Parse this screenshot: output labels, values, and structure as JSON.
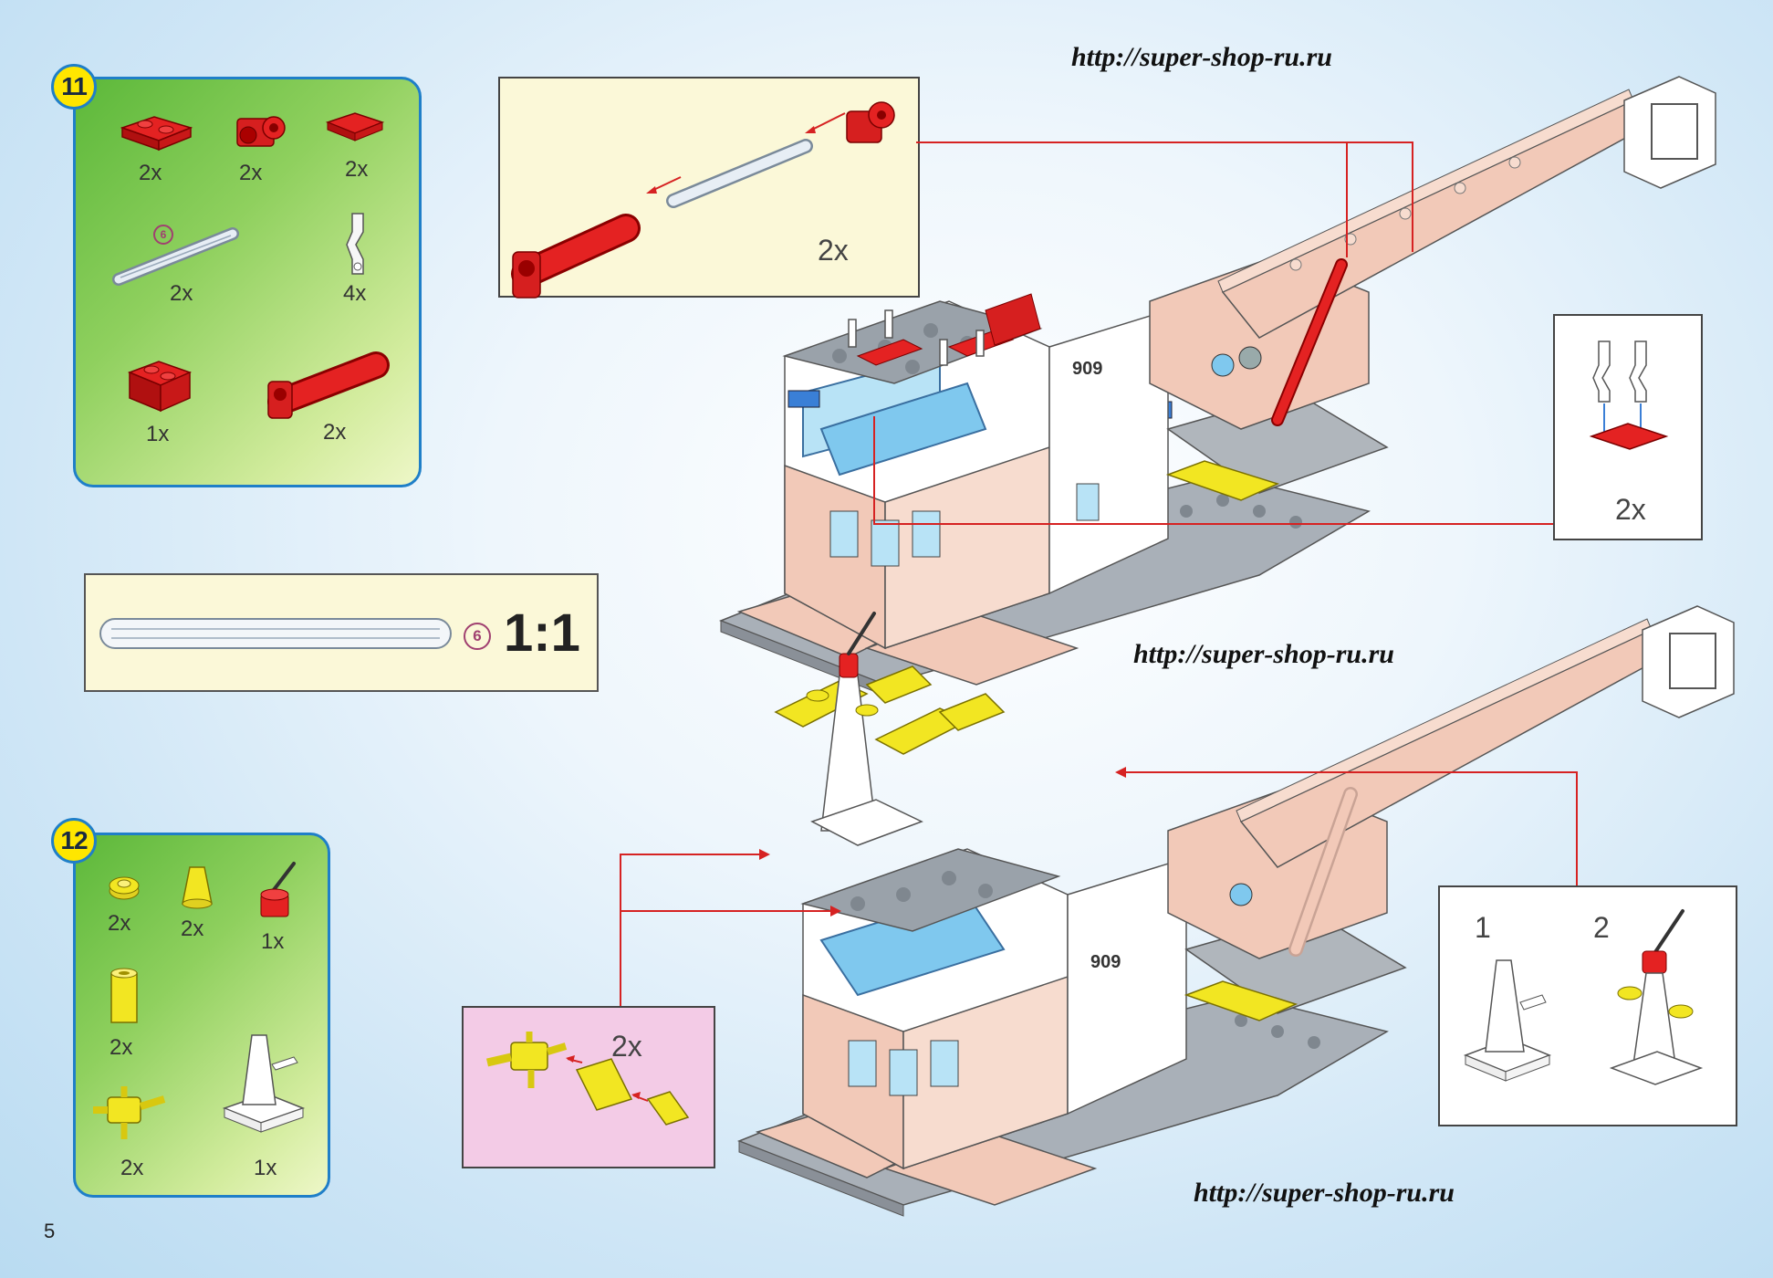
{
  "page_number": "5",
  "urls": [
    "http://super-shop-ru.ru",
    "http://super-shop-ru.ru",
    "http://super-shop-ru.ru"
  ],
  "step11": {
    "number": "11",
    "parts": [
      {
        "qty": "2x",
        "icon": "red-plate-with-clips-icon"
      },
      {
        "qty": "2x",
        "icon": "red-connector-icon"
      },
      {
        "qty": "2x",
        "icon": "red-tile-icon"
      },
      {
        "qty": "2x",
        "icon": "grey-axle-icon",
        "size_label": "6"
      },
      {
        "qty": "4x",
        "icon": "white-arm-icon"
      },
      {
        "qty": "1x",
        "icon": "red-brick-icon"
      },
      {
        "qty": "2x",
        "icon": "red-cylinder-icon"
      }
    ]
  },
  "scale_box": {
    "size_label": "6",
    "ratio": "1:1"
  },
  "callout_top": {
    "qty": "2x"
  },
  "callout_right": {
    "qty": "2x"
  },
  "step12": {
    "number": "12",
    "parts": [
      {
        "qty": "2x",
        "icon": "yellow-round-plate-icon"
      },
      {
        "qty": "2x",
        "icon": "yellow-cone-icon"
      },
      {
        "qty": "1x",
        "icon": "red-lever-icon"
      },
      {
        "qty": "2x",
        "icon": "yellow-cylinder-icon"
      },
      {
        "qty": "2x",
        "icon": "yellow-gun-icon"
      },
      {
        "qty": "1x",
        "icon": "white-mast-icon"
      }
    ]
  },
  "callout_pink": {
    "qty": "2x"
  },
  "callout_bottom_right": {
    "step_a": "1",
    "step_b": "2"
  },
  "colors": {
    "accent_blue": "#1f7fc8",
    "brick_red": "#d61f1f",
    "brick_yellow": "#f2e622",
    "salmon": "#f2c9b8",
    "callout_yellow": "#fbf8d8",
    "callout_pink": "#f3cbe6"
  }
}
